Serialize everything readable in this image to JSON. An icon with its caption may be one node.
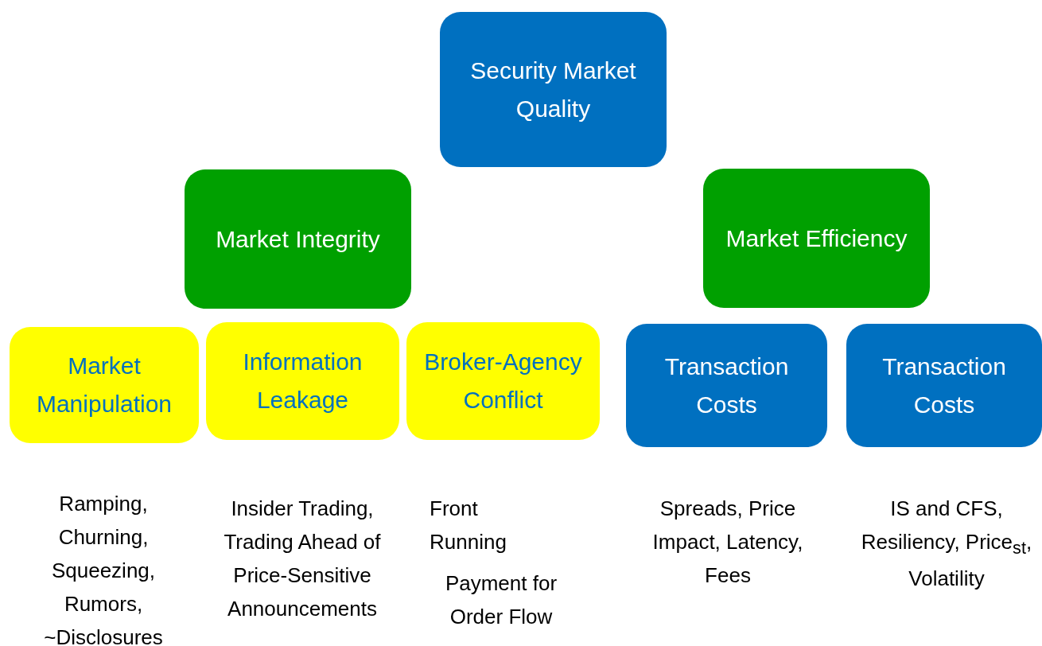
{
  "diagram": {
    "nodes": [
      {
        "text": [
          "Security Market Quality"
        ]
      },
      {
        "text": [
          "Market Integrity"
        ]
      },
      {
        "text": [
          "Market Efficiency"
        ]
      },
      {
        "text": [
          "Market Manipulation"
        ],
        "beside": [
          "Ramping, Churning, Squeezing, Rumors, ~Disclosures"
        ]
      },
      {
        "text": [
          "Information Leakage"
        ],
        "beside": [
          "Insider Trading, Trading Ahead of Price-Sensitive Announcements"
        ]
      },
      {
        "text": [
          "Broker-Agency Conflict"
        ],
        "beside": [
          "Front Running",
          "Payment for Order Flow"
        ]
      },
      {
        "text": [
          "Transaction Costs"
        ],
        "beside": [
          "Spreads, Price Impact, Latency, Fees"
        ]
      },
      {
        "text": [
          "Transaction Costs"
        ],
        "beside": [
          "IS and CFS, Resiliency, Price$_{st}$, Volatility"
        ]
      }
    ]
  }
}
